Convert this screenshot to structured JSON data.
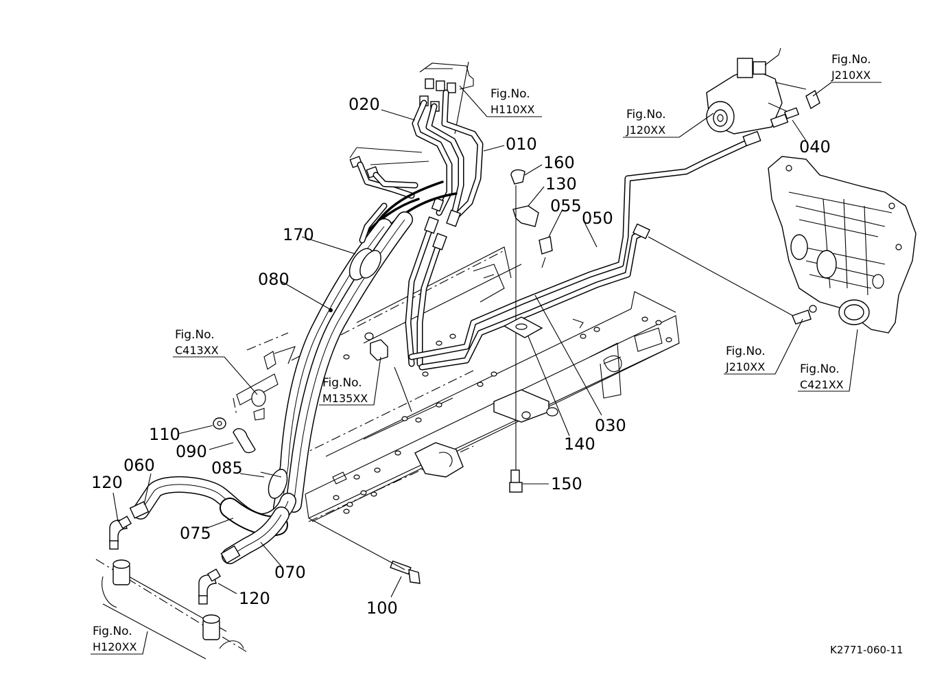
{
  "part_labels": {
    "p010": "010",
    "p020": "020",
    "p030": "030",
    "p040": "040",
    "p050": "050",
    "p055": "055",
    "p060": "060",
    "p070": "070",
    "p075": "075",
    "p080": "080",
    "p085": "085",
    "p090": "090",
    "p100": "100",
    "p110": "110",
    "p120a": "120",
    "p120b": "120",
    "p130": "130",
    "p140": "140",
    "p150": "150",
    "p160": "160",
    "p170": "170"
  },
  "fig_refs": {
    "fig_word": "Fig.No.",
    "h110": "H110XX",
    "j120": "J120XX",
    "j210_top": "J210XX",
    "j210_bottom": "J210XX",
    "c413": "C413XX",
    "c421": "C421XX",
    "m135": "M135XX",
    "h120": "H120XX"
  },
  "drawing_code": "K2771-060-11"
}
